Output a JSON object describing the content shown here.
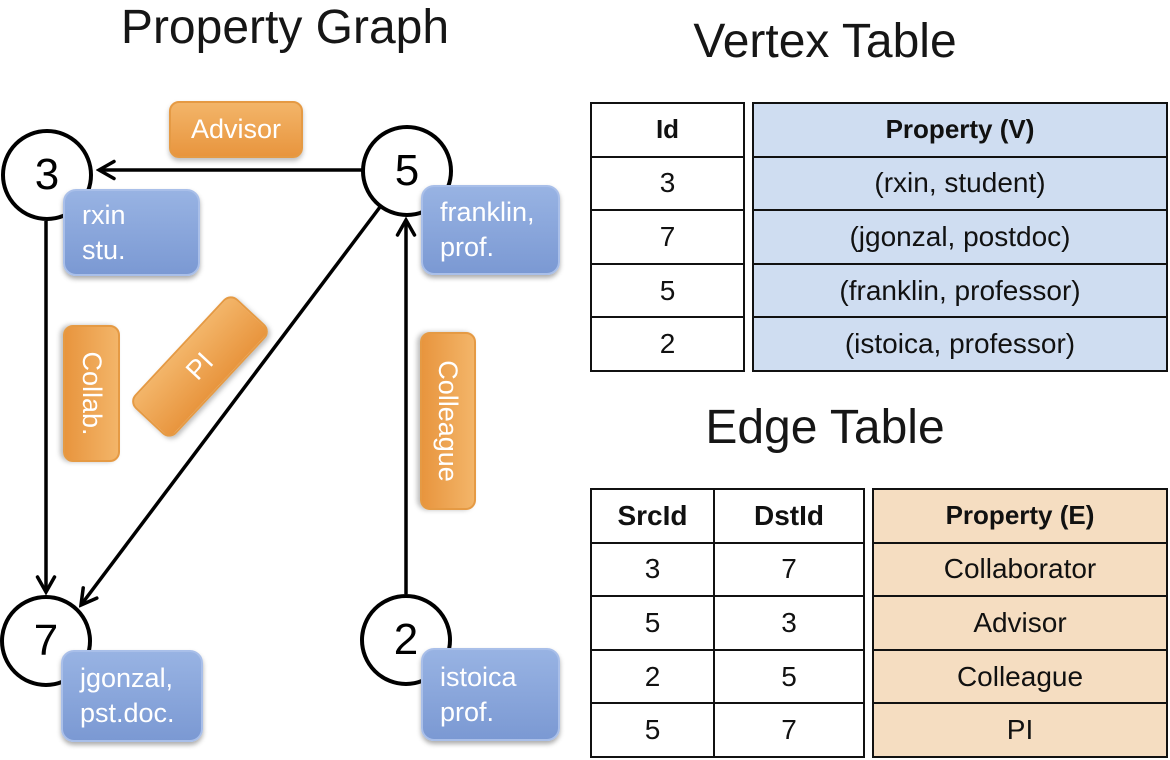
{
  "graph": {
    "title": "Property Graph",
    "nodes": [
      {
        "id": "3",
        "property_line1": "rxin",
        "property_line2": "stu."
      },
      {
        "id": "5",
        "property_line1": "franklin,",
        "property_line2": "prof."
      },
      {
        "id": "7",
        "property_line1": "jgonzal,",
        "property_line2": "pst.doc."
      },
      {
        "id": "2",
        "property_line1": "istoica",
        "property_line2": "prof."
      }
    ],
    "edge_labels": {
      "advisor": "Advisor",
      "collab": "Collab.",
      "pi": "PI",
      "colleague": "Colleague"
    }
  },
  "vertex_table": {
    "title": "Vertex Table",
    "headers": {
      "id": "Id",
      "property": "Property (V)"
    },
    "rows": [
      {
        "id": "3",
        "property": "(rxin, student)"
      },
      {
        "id": "7",
        "property": "(jgonzal, postdoc)"
      },
      {
        "id": "5",
        "property": "(franklin, professor)"
      },
      {
        "id": "2",
        "property": "(istoica, professor)"
      }
    ]
  },
  "edge_table": {
    "title": "Edge Table",
    "headers": {
      "src": "SrcId",
      "dst": "DstId",
      "property": "Property (E)"
    },
    "rows": [
      {
        "src": "3",
        "dst": "7",
        "property": "Collaborator"
      },
      {
        "src": "5",
        "dst": "3",
        "property": "Advisor"
      },
      {
        "src": "2",
        "dst": "5",
        "property": "Colleague"
      },
      {
        "src": "5",
        "dst": "7",
        "property": "PI"
      }
    ]
  },
  "colors": {
    "vertex_property_fill": "#cfddf1",
    "edge_property_fill": "#f5ddc1",
    "vertex_box_top": "#98b3e3",
    "vertex_box_bottom": "#7b99d3",
    "edge_box_top": "#f3b569",
    "edge_box_bottom": "#e8953e",
    "line_color": "#000000"
  }
}
